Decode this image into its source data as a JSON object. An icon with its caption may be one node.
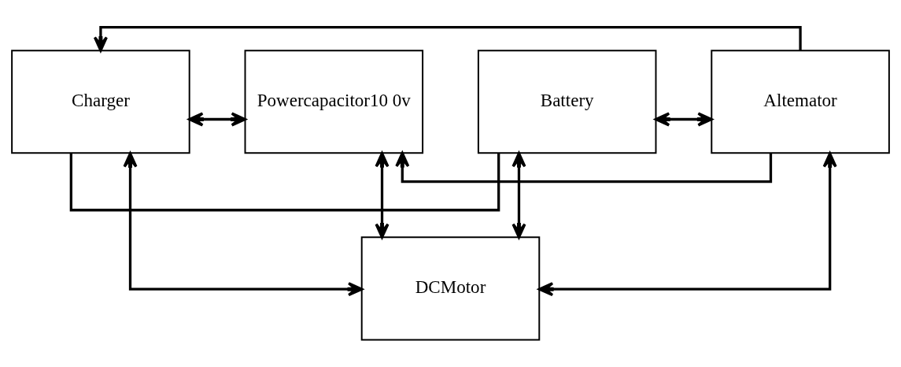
{
  "diagram": {
    "nodes": [
      {
        "text": [
          "Charger"
        ]
      },
      {
        "text": [
          "Powercapacitor10 0v"
        ]
      },
      {
        "text": [
          "Battery"
        ]
      },
      {
        "text": [
          "Altemator"
        ]
      },
      {
        "text": [
          "DCMotor"
        ]
      }
    ],
    "edges": [
      {
        "from": 3,
        "to": 0,
        "arrow": "to"
      },
      {
        "from": 3,
        "to": 1,
        "arrow": "to"
      },
      {
        "from": 0,
        "to": 1,
        "arrow": "both"
      },
      {
        "from": 0,
        "to": 4,
        "arrow": "both"
      },
      {
        "from": 1,
        "to": 4,
        "arrow": "both"
      },
      {
        "from": 0,
        "to": 2,
        "arrow": "none"
      },
      {
        "from": 2,
        "to": 3,
        "arrow": "both"
      },
      {
        "from": 2,
        "to": 4,
        "arrow": "both"
      },
      {
        "from": 3,
        "to": 4,
        "arrow": "both"
      }
    ]
  }
}
